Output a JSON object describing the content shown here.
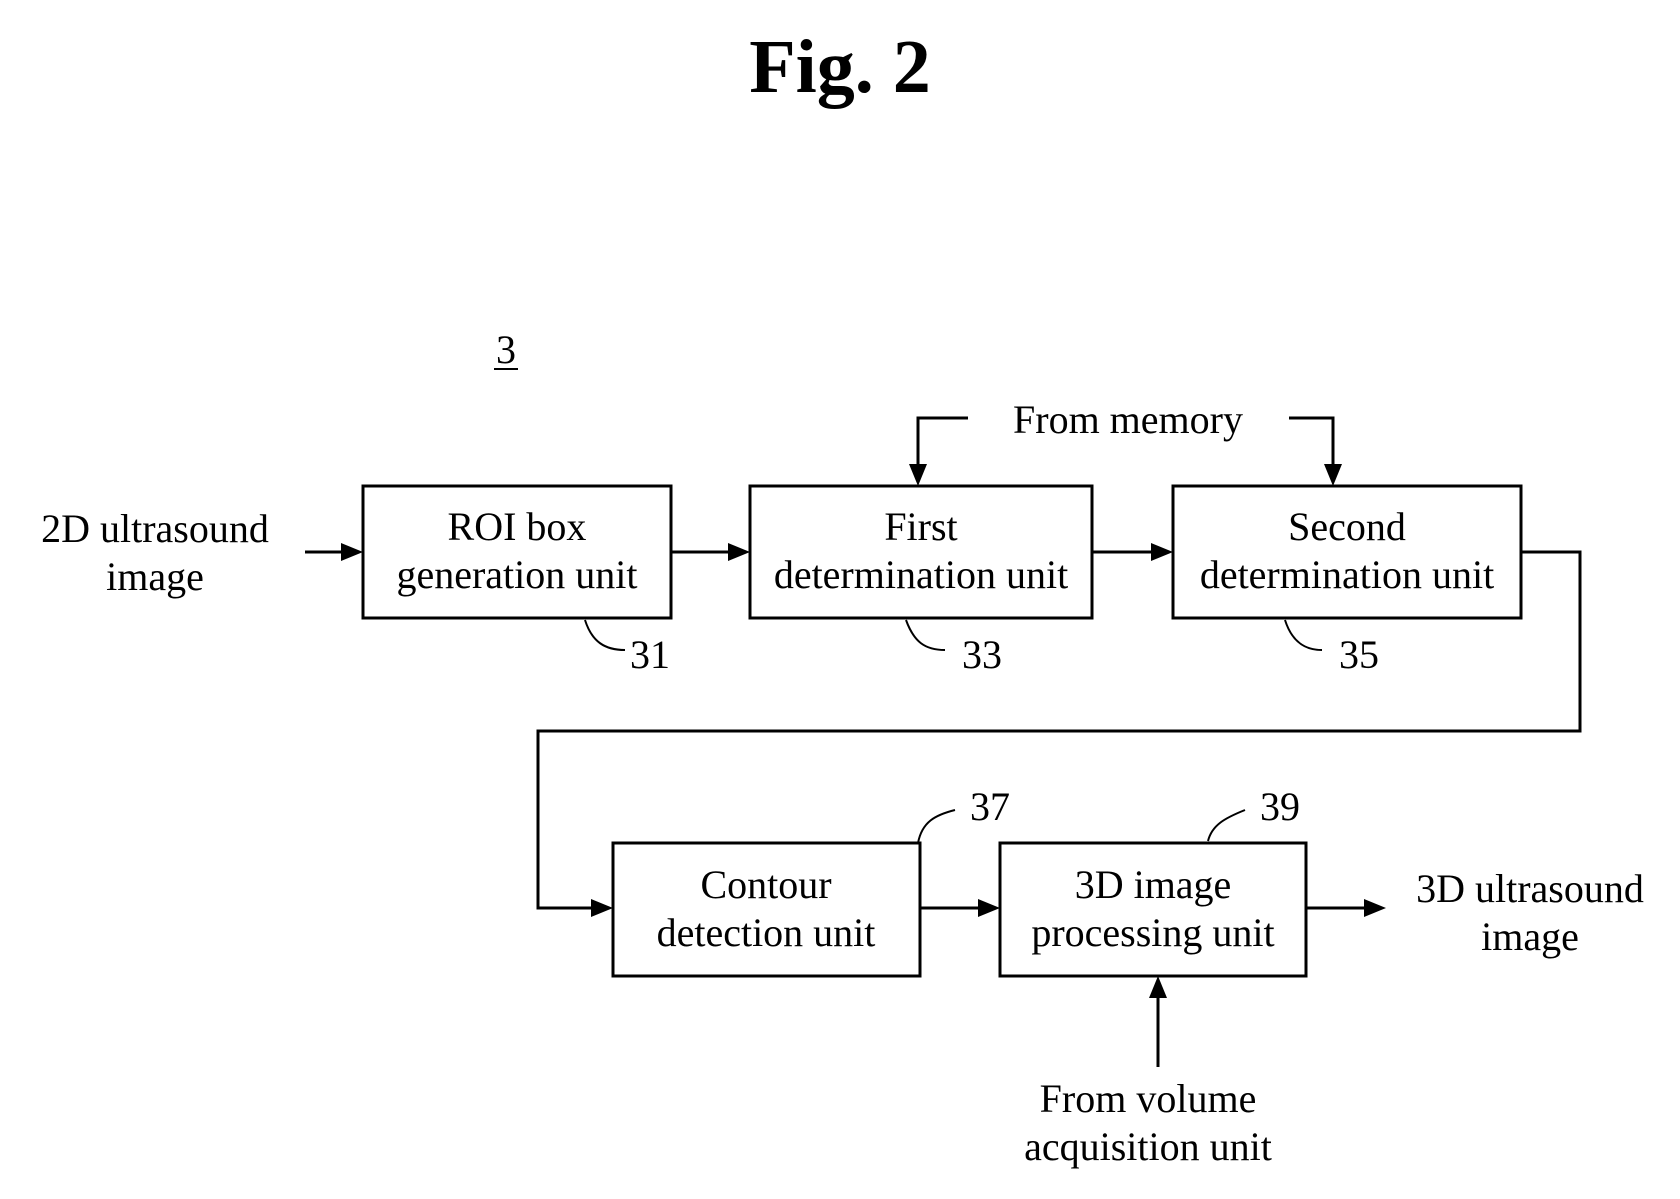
{
  "figure": {
    "title": "Fig. 2",
    "ref": "3"
  },
  "inputs": {
    "left": [
      "2D ultrasound",
      "image"
    ],
    "memory": "From memory",
    "volume": [
      "From volume",
      "acquisition unit"
    ]
  },
  "output": [
    "3D ultrasound",
    "image"
  ],
  "blocks": [
    {
      "id": "roi",
      "lines": [
        "ROI box",
        "generation unit"
      ],
      "num": "31"
    },
    {
      "id": "first",
      "lines": [
        "First",
        "determination unit"
      ],
      "num": "33"
    },
    {
      "id": "second",
      "lines": [
        "Second",
        "determination unit"
      ],
      "num": "35"
    },
    {
      "id": "contour",
      "lines": [
        "Contour",
        "detection unit"
      ],
      "num": "37"
    },
    {
      "id": "proc3d",
      "lines": [
        "3D image",
        "processing unit"
      ],
      "num": "39"
    }
  ]
}
